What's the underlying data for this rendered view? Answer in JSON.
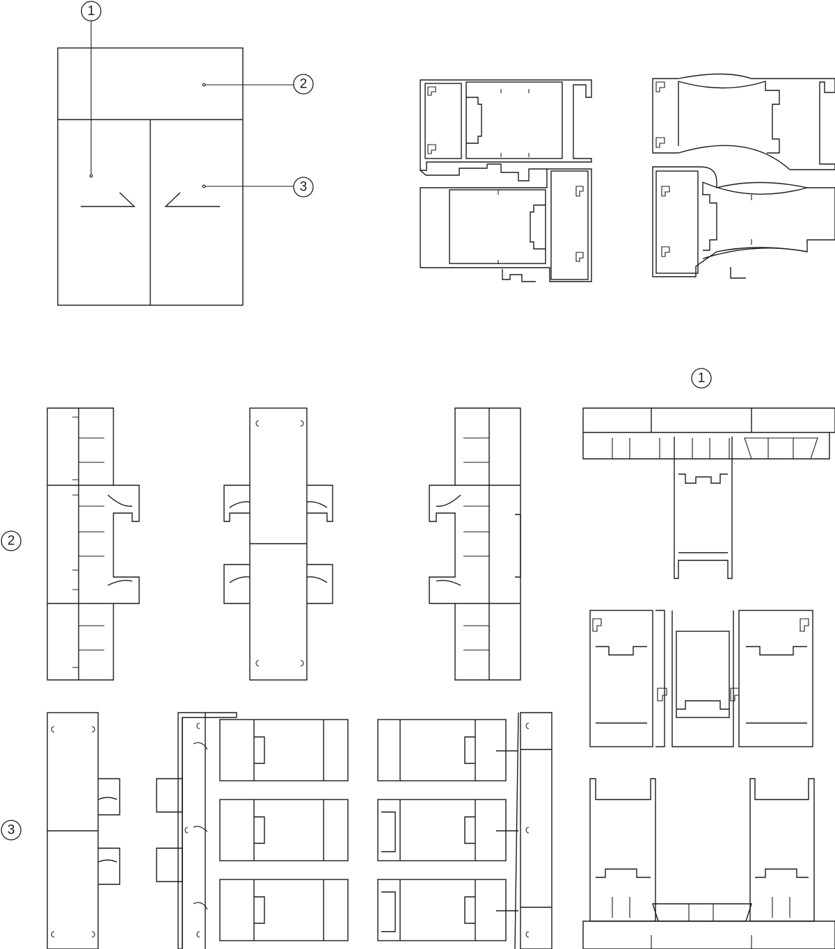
{
  "callouts": {
    "top_1": "1",
    "top_2": "2",
    "top_3": "3",
    "section_1": "1",
    "section_2": "2",
    "section_3": "3"
  },
  "colors": {
    "line": "#1a1a1a",
    "background": "#ffffff"
  }
}
